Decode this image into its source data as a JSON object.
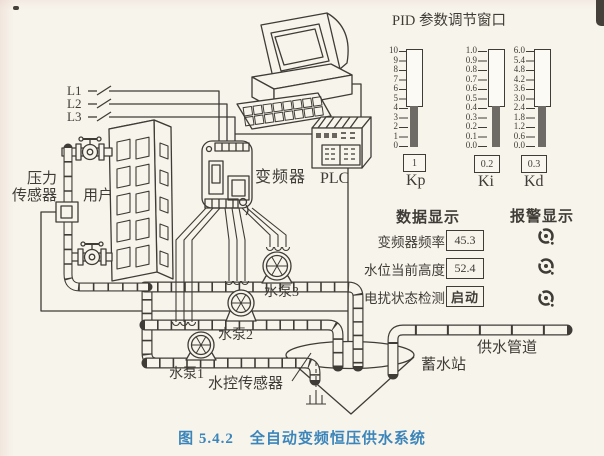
{
  "pid_window": {
    "title": "PID 参数调节窗口",
    "sliders": [
      {
        "name": "Kp",
        "value": "1",
        "ticks": [
          "10",
          "9",
          "8",
          "7",
          "6",
          "5",
          "4",
          "3",
          "2",
          "1",
          "0"
        ]
      },
      {
        "name": "Ki",
        "value": "0.2",
        "ticks": [
          "1.0",
          "0.9",
          "0.8",
          "0.7",
          "0.6",
          "0.5",
          "0.4",
          "0.3",
          "0.2",
          "0.1",
          "0.0"
        ]
      },
      {
        "name": "Kd",
        "value": "0.3",
        "ticks": [
          "6.0",
          "5.4",
          "4.8",
          "4.2",
          "3.6",
          "3.0",
          "2.4",
          "1.8",
          "1.2",
          "0.6",
          "0.0"
        ]
      }
    ]
  },
  "data_display": {
    "title": "数据显示",
    "rows": [
      {
        "label": "变频器频率",
        "value": "45.3"
      },
      {
        "label": "水位当前高度",
        "value": "52.4"
      },
      {
        "label": "电扰状态检测",
        "value": "启动"
      }
    ]
  },
  "alarm_display": {
    "title": "报警显示"
  },
  "labels": {
    "l1": "L1",
    "l2": "L2",
    "l3": "L3",
    "pressure_sensor_1": "压力",
    "pressure_sensor_2": "传感器",
    "user": "用户",
    "inverter": "变频器",
    "plc": "PLC",
    "pump1": "水泵1",
    "pump2": "水泵2",
    "pump3": "水泵3",
    "water_sensor": "水控传感器",
    "storage_station": "蓄水站",
    "supply_pipeline": "供水管道"
  },
  "caption": "图 5.4.2　全自动变频恒压供水系统",
  "colors": {
    "paper": "#f7f4ec",
    "ink": "#3f3b36",
    "caption_blue": "#3c85ba",
    "slider_fill": "#6e6b66"
  }
}
